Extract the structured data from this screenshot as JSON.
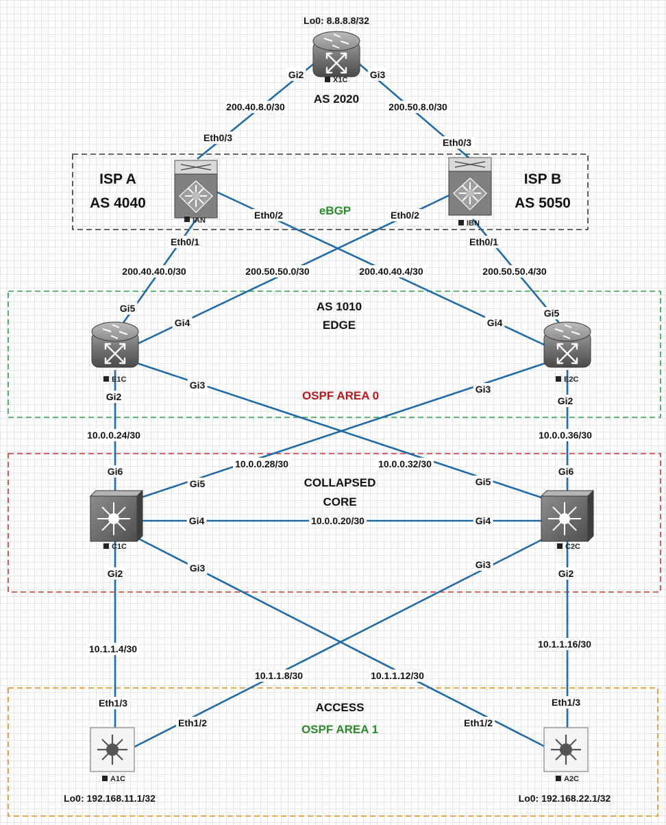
{
  "colors": {
    "link": "#1e6aa8",
    "isp_box": "#333333",
    "edge_box": "#2e9e4a",
    "core_box": "#d22f2f",
    "access_box": "#e38a1c",
    "ebgp_text": "#2a8a2a",
    "ospf0_text": "#c0161b",
    "ospf1_text": "#2a8a2a"
  },
  "zones": {
    "isp_a": {
      "name": "ISP A",
      "as": "AS 4040"
    },
    "isp_b": {
      "name": "ISP B",
      "as": "AS 5050"
    },
    "ebgp": "eBGP",
    "edge": {
      "line1": "AS 1010",
      "line2": "EDGE",
      "area": "OSPF AREA 0"
    },
    "core": {
      "line1": "COLLAPSED",
      "line2": "CORE"
    },
    "access": {
      "line1": "ACCESS",
      "area": "OSPF AREA 1"
    }
  },
  "devices": {
    "x1c": {
      "name": "X1C",
      "type": "router-icon",
      "top": "Lo0: 8.8.8.8/32",
      "as": "AS 2020"
    },
    "ian": {
      "name": "IAN",
      "type": "nexus-switch-icon"
    },
    "ibn": {
      "name": "IBN",
      "type": "nexus-switch-icon"
    },
    "e1c": {
      "name": "E1C",
      "type": "router-icon"
    },
    "e2c": {
      "name": "E2C",
      "type": "router-icon"
    },
    "c1c": {
      "name": "C1C",
      "type": "multilayer-switch-icon"
    },
    "c2c": {
      "name": "C2C",
      "type": "multilayer-switch-icon"
    },
    "a1c": {
      "name": "A1C",
      "type": "access-switch-icon",
      "bottom": "Lo0: 192.168.11.1/32"
    },
    "a2c": {
      "name": "A2C",
      "type": "access-switch-icon",
      "bottom": "Lo0: 192.168.22.1/32"
    }
  },
  "subnets": {
    "x1c_ian": "200.40.8.0/30",
    "x1c_ibn": "200.50.8.0/30",
    "ian_e1c": "200.40.40.0/30",
    "ibn_e1c": "200.50.50.0/30",
    "ian_e2c": "200.40.40.4/30",
    "ibn_e2c": "200.50.50.4/30",
    "e1c_c1c": "10.0.0.24/30",
    "e2c_c1c": "10.0.0.28/30",
    "e1c_c2c": "10.0.0.32/30",
    "e2c_c2c": "10.0.0.36/30",
    "c1c_c2c": "10.0.0.20/30",
    "c1c_a1c": "10.1.1.4/30",
    "c2c_a1c": "10.1.1.8/30",
    "c1c_a2c": "10.1.1.12/30",
    "c2c_a2c": "10.1.1.16/30"
  },
  "interfaces": {
    "x1c_gi2": "Gi2",
    "x1c_gi3": "Gi3",
    "ian_eth03": "Eth0/3",
    "ibn_eth03": "Eth0/3",
    "ian_eth02": "Eth0/2",
    "ibn_eth02": "Eth0/2",
    "ian_eth01": "Eth0/1",
    "ibn_eth01": "Eth0/1",
    "e1c_gi5": "Gi5",
    "e1c_gi4": "Gi4",
    "e1c_gi3": "Gi3",
    "e1c_gi2": "Gi2",
    "e2c_gi5": "Gi5",
    "e2c_gi4": "Gi4",
    "e2c_gi3": "Gi3",
    "e2c_gi2": "Gi2",
    "c1c_gi6": "Gi6",
    "c1c_gi5": "Gi5",
    "c1c_gi4": "Gi4",
    "c1c_gi3": "Gi3",
    "c1c_gi2": "Gi2",
    "c2c_gi6": "Gi6",
    "c2c_gi5": "Gi5",
    "c2c_gi4": "Gi4",
    "c2c_gi3": "Gi3",
    "c2c_gi2": "Gi2",
    "a1c_eth13": "Eth1/3",
    "a1c_eth12": "Eth1/2",
    "a2c_eth13": "Eth1/3",
    "a2c_eth12": "Eth1/2"
  }
}
